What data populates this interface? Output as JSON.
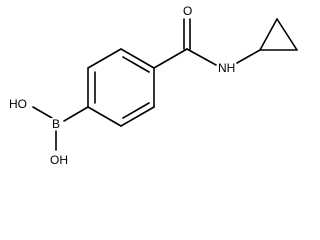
{
  "molecule": {
    "atoms": {
      "oxygen": "O",
      "nitrogen_hydrogen": "NH",
      "boron": "B",
      "hydroxyl_top": "HO",
      "hydroxyl_bottom": "OH"
    },
    "colors": {
      "bond": "#000000",
      "text": "#000000",
      "background": "#ffffff"
    }
  }
}
